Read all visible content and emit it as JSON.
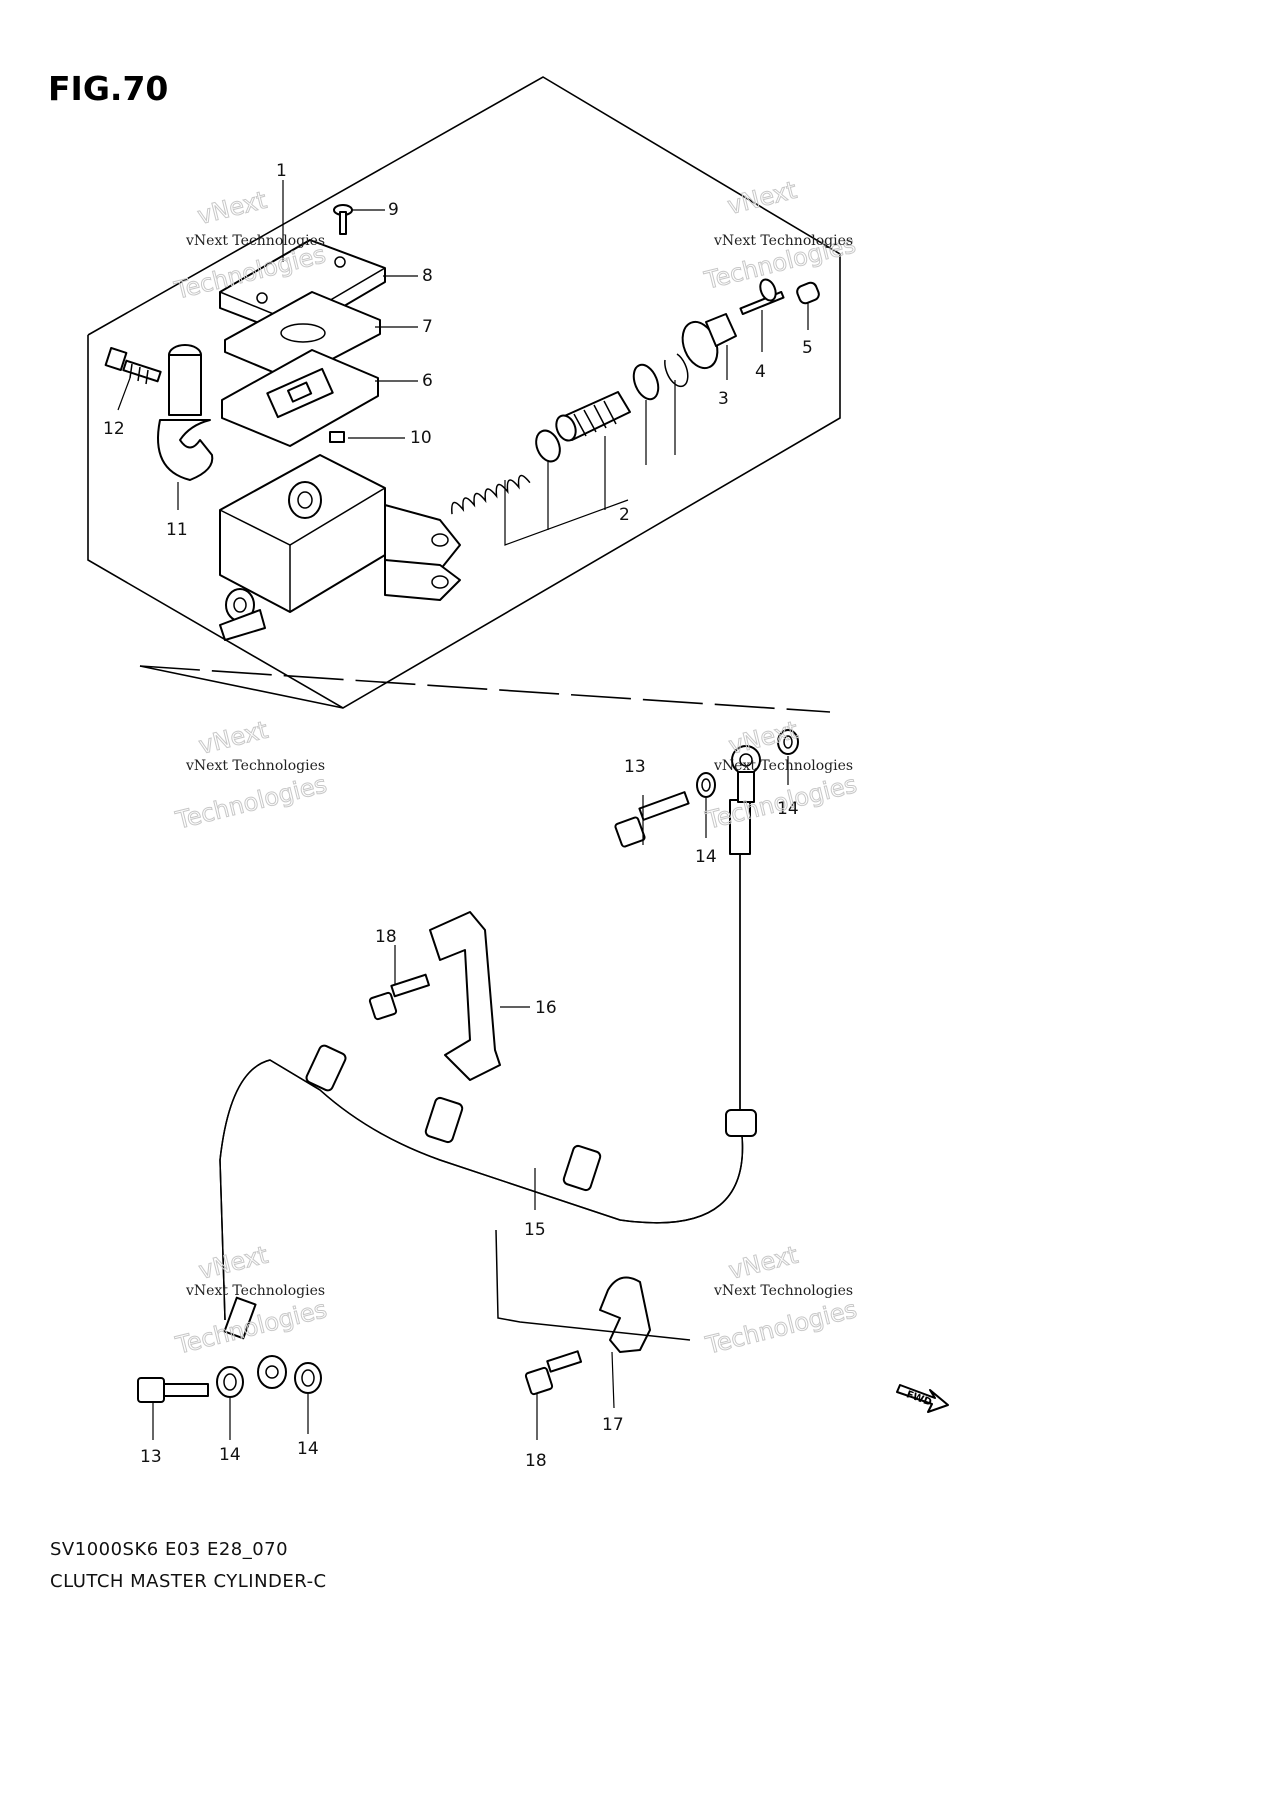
{
  "figure": {
    "title": "FIG.70",
    "code": "SV1000SK6 E03 E28_070",
    "name": "CLUTCH MASTER CYLINDER-C"
  },
  "callouts": {
    "c1": "1",
    "c2": "2",
    "c3": "3",
    "c4": "4",
    "c5": "5",
    "c6": "6",
    "c7": "7",
    "c8": "8",
    "c9": "9",
    "c10": "10",
    "c11": "11",
    "c12": "12",
    "c13a": "13",
    "c13b": "13",
    "c14a": "14",
    "c14b": "14",
    "c14c": "14",
    "c14d": "14",
    "c15": "15",
    "c16": "16",
    "c17": "17",
    "c18a": "18",
    "c18b": "18"
  },
  "watermark": {
    "line1": "vNext Technologies",
    "line2": "Technologies",
    "line3": "vNext"
  },
  "fwd_label": "FWD"
}
